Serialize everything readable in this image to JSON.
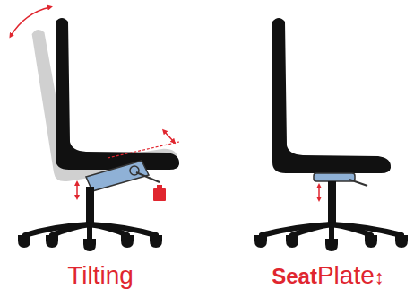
{
  "diagram": {
    "labels": [
      "Tilting",
      "Seat",
      "Plate",
      "↕"
    ]
  }
}
